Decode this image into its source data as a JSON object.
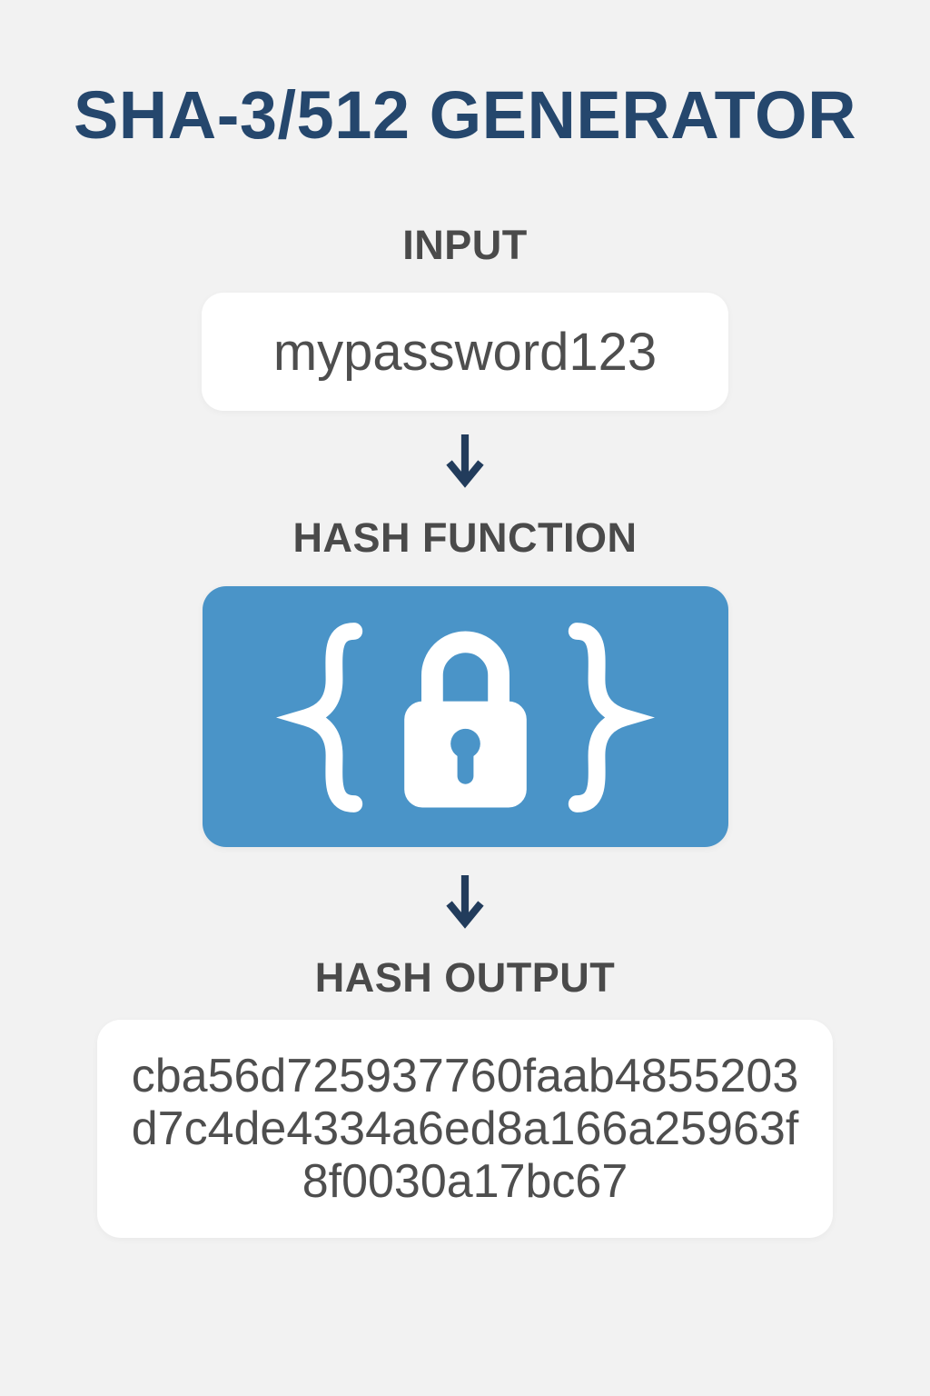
{
  "title": "SHA-3/512 GENERATOR",
  "colors": {
    "page_bg": "#f2f2f2",
    "title_color": "#25476d",
    "label_color": "#4a4a4a",
    "text_color": "#4e4e4e",
    "accent_blue": "#4a94c8",
    "arrow_color": "#223c5c",
    "box_bg": "#ffffff"
  },
  "input": {
    "label": "INPUT",
    "value": "mypassword123"
  },
  "hash_function": {
    "label": "HASH FUNCTION",
    "icon": "braces-lock-icon"
  },
  "output": {
    "label": "HASH OUTPUT",
    "value": "cba56d725937760faab4855203d7c4de4334a6ed8a166a25963f8f0030a17bc67",
    "lines": [
      "cba56d725937760faab4855203",
      "d7c4de4334a6ed8a166a25963f",
      "8f0030a17bc67"
    ]
  }
}
